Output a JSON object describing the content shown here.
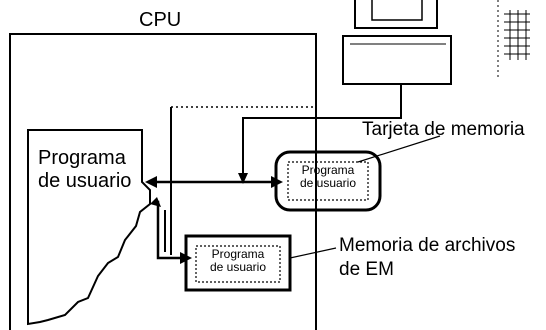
{
  "cpu_label": "CPU",
  "user_program": {
    "line1": "Programa",
    "line2": "de usuario"
  },
  "memory_card": {
    "label": "Tarjeta de memoria",
    "inner_line1": "Programa",
    "inner_line2": "de usuario"
  },
  "em_file_memory": {
    "label_line1": "Memoria de archivos",
    "label_line2": "de EM",
    "inner_line1": "Programa",
    "inner_line2": "de usuario"
  }
}
